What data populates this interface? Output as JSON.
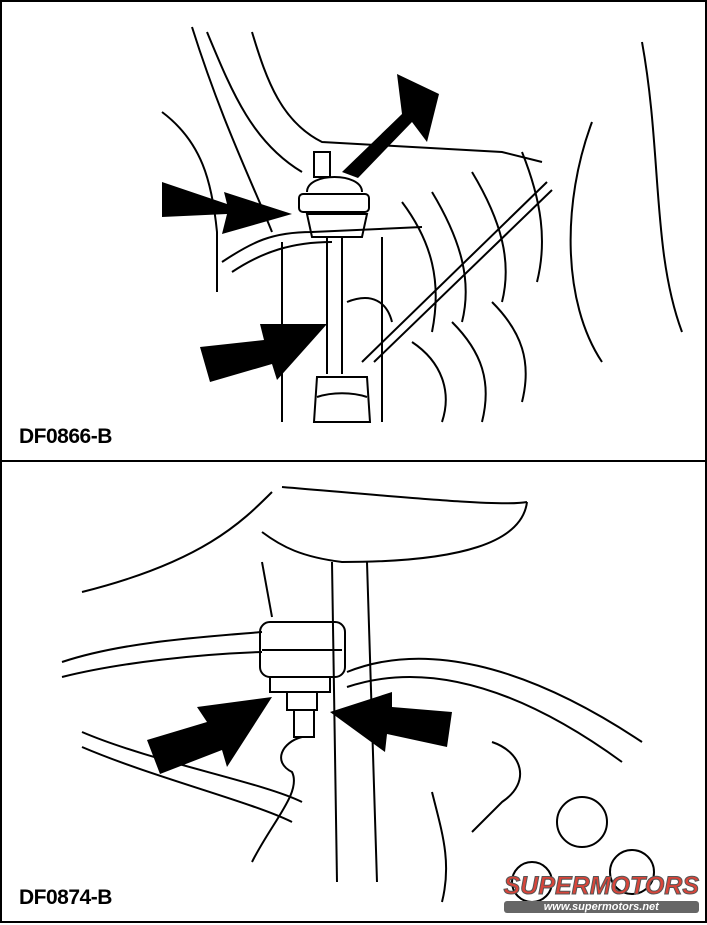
{
  "figures": [
    {
      "id": "DF0866-B",
      "label": "DF0866-B"
    },
    {
      "id": "DF0874-B",
      "label": "DF0874-B"
    }
  ],
  "watermark": {
    "brand": "SUPERMOTORS",
    "url": "www.supermotors.net",
    "colors": {
      "brand": "#d8453a",
      "band": "#666666"
    }
  }
}
